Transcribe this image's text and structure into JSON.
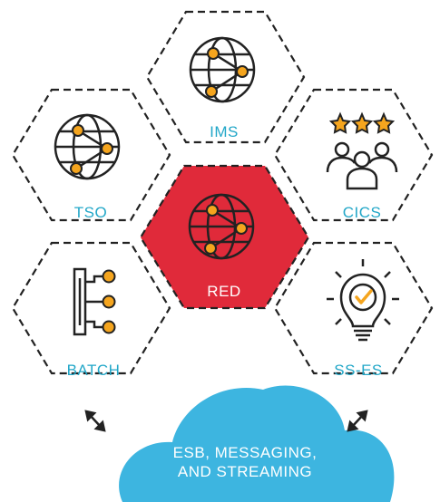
{
  "colors": {
    "hex_outline": "#222222",
    "center_fill": "#e02a3a",
    "label_teal": "#22a7c8",
    "node_orange": "#f5a51e",
    "cloud_blue": "#3db5e0",
    "white": "#ffffff"
  },
  "hexagons": [
    {
      "id": "ims",
      "label": "IMS",
      "icon": "globe-network-icon"
    },
    {
      "id": "tso",
      "label": "TSO",
      "icon": "globe-network-icon"
    },
    {
      "id": "cics",
      "label": "CICS",
      "icon": "users-stars-icon"
    },
    {
      "id": "red",
      "label": "RED",
      "icon": "globe-network-icon"
    },
    {
      "id": "batch",
      "label": "BATCH",
      "icon": "tree-branch-icon"
    },
    {
      "id": "sses",
      "label": "SS-ES",
      "icon": "lightbulb-check-icon"
    }
  ],
  "cloud": {
    "line1": "ESB, MESSAGING,",
    "line2": "AND STREAMING"
  }
}
